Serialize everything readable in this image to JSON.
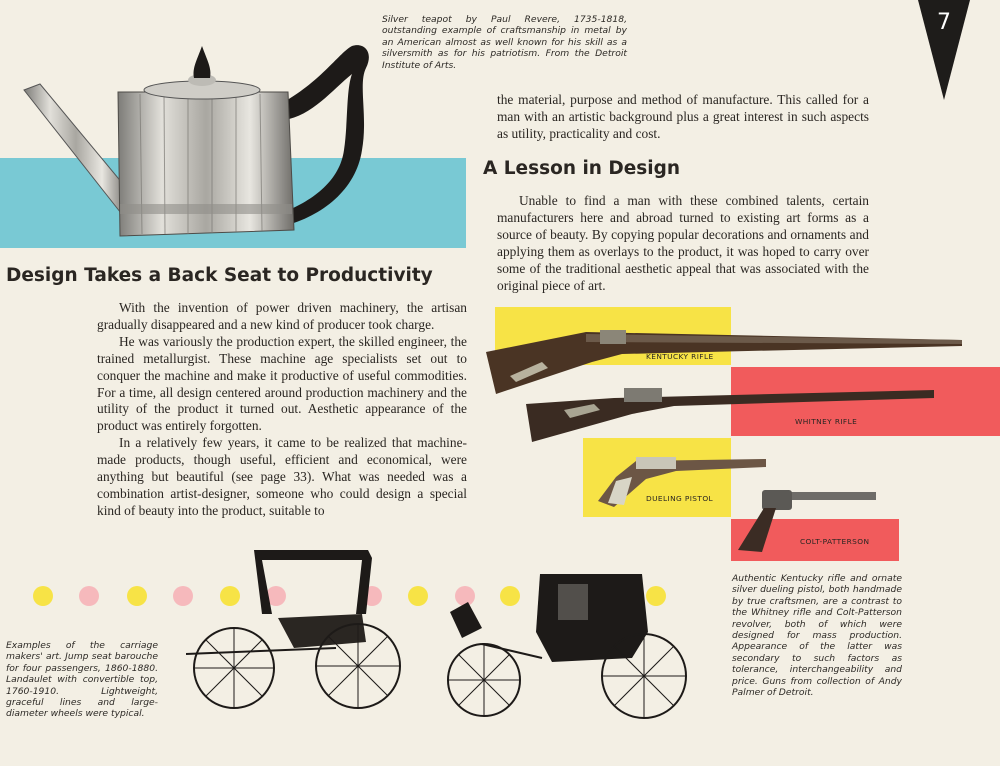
{
  "page": {
    "number": "7"
  },
  "colors": {
    "paper": "#f3efe4",
    "blue_band": "#79c9d4",
    "yellow": "#f7e346",
    "red": "#f15b5c",
    "pink": "#f6b9bc",
    "ink": "#2a2622"
  },
  "teapot_caption": "Silver teapot by Paul Revere, 1735-1818, outstanding example of craftsmanship in metal by an American almost as well known for his skill as a silversmith as for his patriotism. From the Detroit Institute of Arts.",
  "section1": {
    "heading": "Design Takes a Back Seat to Productivity",
    "paragraphs": [
      "With the invention of power driven machinery, the artisan gradually disappeared and a new kind of producer took charge.",
      "He was variously the production expert, the skilled engineer, the trained metallurgist. These machine age specialists set out to conquer the machine and make it productive of useful commodities. For a time, all design centered around production machinery and the utility of the product it turned out. Aesthetic appearance of the product was entirely forgotten.",
      "In a relatively few years, it came to be realized that machine-made products, though useful, efficient and economical, were anything but beautiful (see page 33). What was needed was a combination artist-designer, someone who could design a special kind of beauty into the product, suitable to"
    ]
  },
  "continuation": "the material, purpose and method of manufacture. This called for a man with an artistic background plus a great interest in such aspects as utility, practicality and cost.",
  "section2": {
    "heading": "A Lesson in Design",
    "paragraphs": [
      "Unable to find a man with these combined talents, certain manufacturers here and abroad turned to existing art forms as a source of beauty. By copying popular decorations and ornaments and applying them as overlays to the product, it was hoped to carry over some of the traditional aesthetic appeal that was associated with the original piece of art."
    ]
  },
  "gun_labels": {
    "kentucky": "KENTUCKY RIFLE",
    "whitney": "WHITNEY RIFLE",
    "dueling": "DUELING PISTOL",
    "colt": "COLT-PATTERSON"
  },
  "guns_caption": "Authentic Kentucky rifle and ornate silver dueling pistol, both handmade by true craftsmen, are a contrast to the Whitney rifle and Colt-Patterson revolver, both of which were designed for mass production. Appearance of the latter was secondary to such factors as tolerance, interchangeability and price. Guns from collection of Andy Palmer of Detroit.",
  "carriage_caption": "Examples of the carriage makers' art. Jump seat barouche for four passengers, 1860-1880. Landaulet with convertible top, 1760-1910. Lightweight, graceful lines and large-diameter wheels were typical."
}
